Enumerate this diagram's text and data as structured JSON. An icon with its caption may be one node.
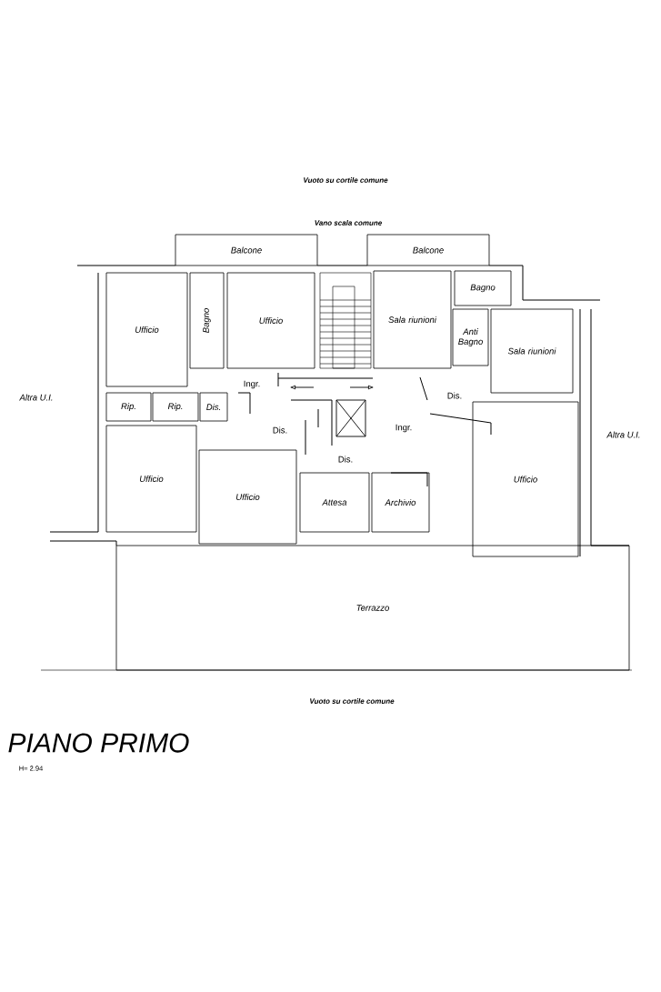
{
  "diagram": {
    "title": "PIANO PRIMO",
    "nodes": [
      {
        "text": [
          "Balcone"
        ]
      },
      {
        "text": [
          "Balcone"
        ]
      },
      {
        "text": [
          "Ufficio"
        ]
      },
      {
        "text": [
          "Bagno"
        ]
      },
      {
        "text": [
          "Ufficio"
        ]
      },
      {
        "text": [
          "Sala riunioni"
        ]
      },
      {
        "text": [
          "Bagno"
        ]
      },
      {
        "text": [
          "Anti Bagno"
        ]
      },
      {
        "text": [
          "Sala riunioni"
        ]
      },
      {
        "text": [
          "Rip."
        ]
      },
      {
        "text": [
          "Rip."
        ]
      },
      {
        "text": [
          "Dis."
        ]
      },
      {
        "text": [
          "Ufficio"
        ]
      },
      {
        "text": [
          "Ufficio"
        ]
      },
      {
        "text": [
          "Attesa"
        ]
      },
      {
        "text": [
          "Archivio"
        ]
      },
      {
        "text": [
          "Ufficio"
        ]
      },
      {
        "text": [
          "Terrazzo"
        ]
      }
    ],
    "edges": [],
    "labels": [
      "Vuoto su cortile comune",
      "Vano scala comune",
      "Ingr.",
      "Altra U.I.",
      "Dis.",
      "Ingr.",
      "Dis.",
      "Altra U.I.",
      "Dis.",
      "Vuoto su cortile comune",
      "H= 2.94"
    ]
  }
}
